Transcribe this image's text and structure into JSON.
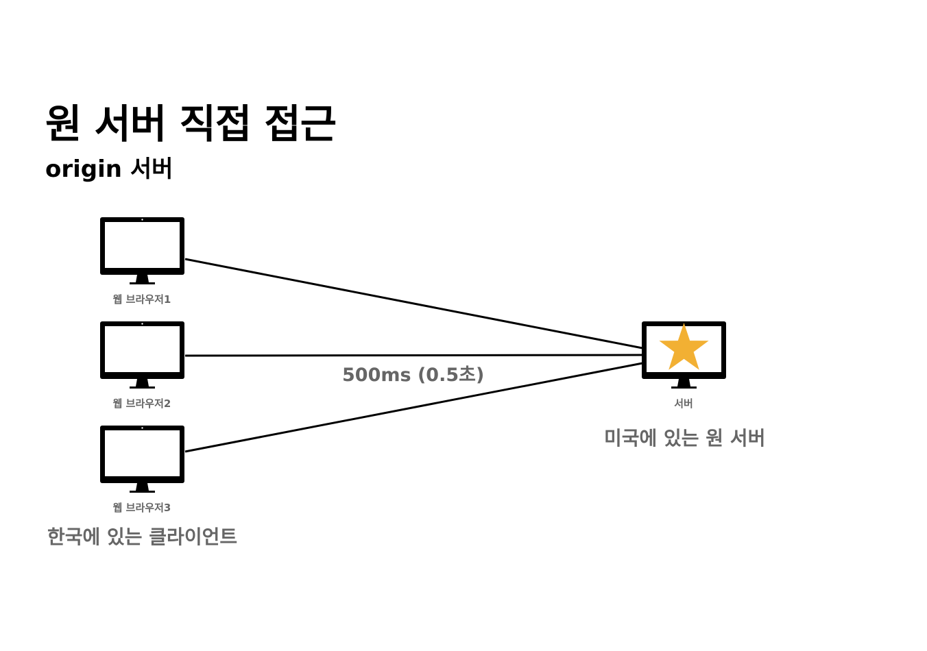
{
  "title": "원 서버 직접 접근",
  "subtitle": "origin 서버",
  "clients": [
    {
      "label": "웹 브라우저1"
    },
    {
      "label": "웹 브라우저2"
    },
    {
      "label": "웹 브라우저3"
    }
  ],
  "client_group_label": "한국에 있는 클라이언트",
  "server": {
    "label": "서버",
    "group_label": "미국에 있는 원 서버",
    "icon": "star-icon"
  },
  "latency_label": "500ms (0.5초)",
  "colors": {
    "monitor": "#000000",
    "star": "#F2B033",
    "label_gray": "#666666"
  }
}
